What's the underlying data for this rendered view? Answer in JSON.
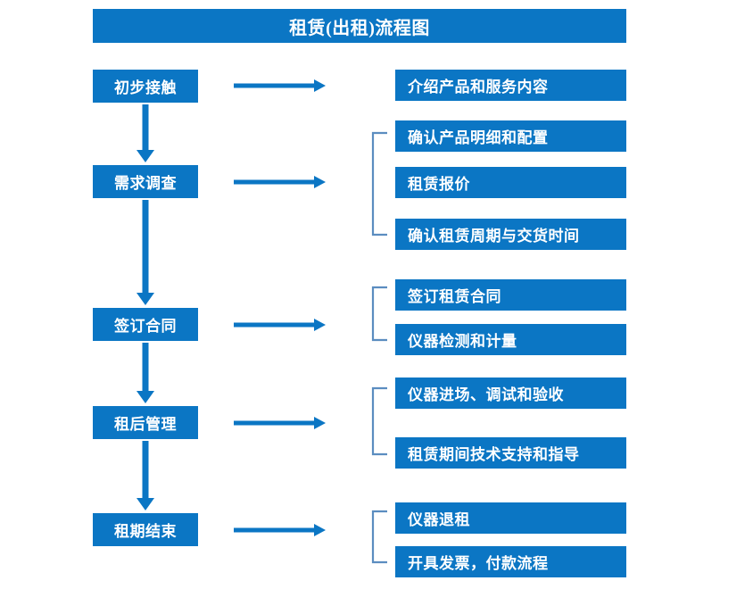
{
  "title": "租赁(出租)流程图",
  "colors": {
    "box_fill": "#0B76C4",
    "box_text": "#ffffff",
    "arrow": "#0B76C4",
    "bracket": "#5B8DC0",
    "background": "#ffffff"
  },
  "diagram": {
    "type": "flowchart",
    "orientation": "vertical-left-column-with-right-details",
    "stages": [
      {
        "label": "初步接触",
        "details": [
          "介绍产品和服务内容"
        ],
        "has_bracket": false
      },
      {
        "label": "需求调查",
        "details": [
          "确认产品明细和配置",
          "租赁报价",
          "确认租赁周期与交货时间"
        ],
        "has_bracket": true
      },
      {
        "label": "签订合同",
        "details": [
          "签订租赁合同",
          "仪器检测和计量"
        ],
        "has_bracket": true
      },
      {
        "label": "租后管理",
        "details": [
          "仪器进场、调试和验收",
          "租赁期间技术支持和指导"
        ],
        "has_bracket": true
      },
      {
        "label": "租期结束",
        "details": [
          "仪器退租",
          "开具发票，付款流程"
        ],
        "has_bracket": true
      }
    ]
  },
  "boxes": {
    "title": {
      "label": "租赁(出租)流程图"
    },
    "stage_1": {
      "label": "初步接触"
    },
    "stage_2": {
      "label": "需求调查"
    },
    "stage_3": {
      "label": "签订合同"
    },
    "stage_4": {
      "label": "租后管理"
    },
    "stage_5": {
      "label": "租期结束"
    },
    "detail_1_1": {
      "label": "介绍产品和服务内容"
    },
    "detail_2_1": {
      "label": "确认产品明细和配置"
    },
    "detail_2_2": {
      "label": "租赁报价"
    },
    "detail_2_3": {
      "label": "确认租赁周期与交货时间"
    },
    "detail_3_1": {
      "label": "签订租赁合同"
    },
    "detail_3_2": {
      "label": "仪器检测和计量"
    },
    "detail_4_1": {
      "label": "仪器进场、调试和验收"
    },
    "detail_4_2": {
      "label": "租赁期间技术支持和指导"
    },
    "detail_5_1": {
      "label": "仪器退租"
    },
    "detail_5_2": {
      "label": "开具发票，付款流程"
    }
  }
}
